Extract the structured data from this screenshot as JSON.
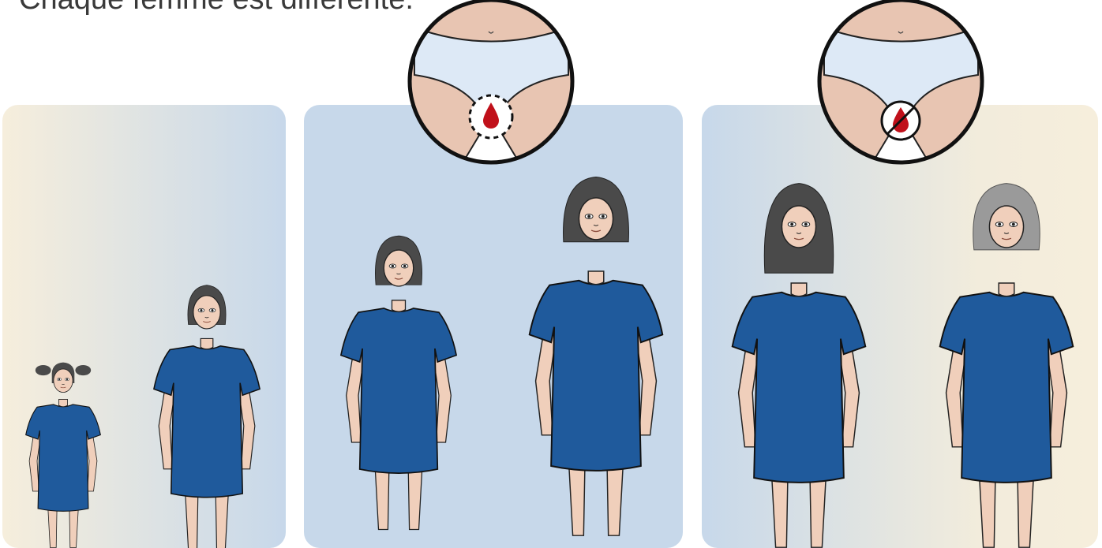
{
  "title": "Chaque femme est différente.",
  "palette": {
    "cream": "#f6eedc",
    "light_blue": "#c7d8ea",
    "dress": "#1f5a9c",
    "skin": "#f0cfbb",
    "hair_dark": "#4a4a4a",
    "hair_grey": "#9a9a9a",
    "blood": "#c0101a",
    "underwear": "#dde9f6"
  },
  "panels": [
    {
      "stage": "childhood",
      "gradient": "cream-to-blue"
    },
    {
      "stage": "menstruating",
      "gradient": "blue",
      "inset_icon": "blood-drop-icon"
    },
    {
      "stage": "menopause",
      "gradient": "blue-to-cream",
      "inset_icon": "no-blood-drop-icon"
    }
  ]
}
